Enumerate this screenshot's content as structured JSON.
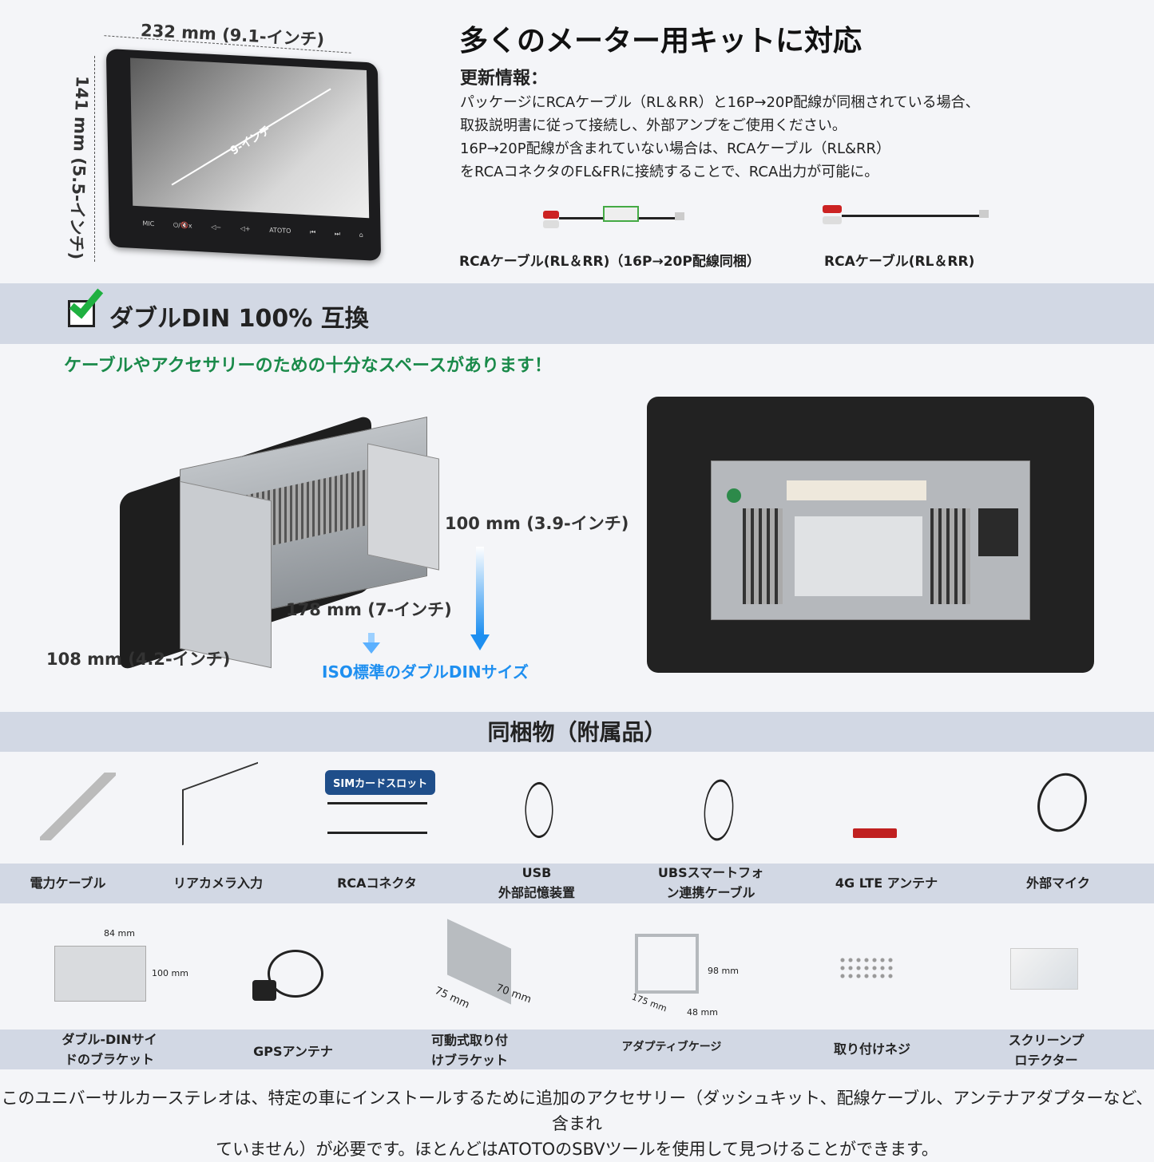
{
  "top": {
    "dims": {
      "width": "232 mm (9.1-インチ)",
      "height": "141 mm (5.5-インチ)",
      "diag": "9-インチ"
    },
    "device_labels": [
      "MIC",
      "⏻/🔇x",
      "◁−",
      "◁+",
      "ATOTO",
      "⏮",
      "⏭",
      "⌂"
    ],
    "title": "多くのメーター用キットに対応",
    "update_heading": "更新情報：",
    "update_lines": [
      "パッケージにRCAケーブル（RL＆RR）と16P→20P配線が同梱されている場合、",
      "取扱説明書に従って接続し、外部アンプをご使用ください。",
      "16P→20P配線が含まれていない場合は、RCAケーブル（RL&RR）",
      "をRCAコネクタのFL&FRに接続することで、RCA出力が可能に。"
    ],
    "cable1_label": "RCAケーブル(RL＆RR)（16P→20P配線同梱）",
    "cable2_label": "RCAケーブル(RL＆RR)"
  },
  "din": {
    "title": "ダブルDIN 100% 互換",
    "subtitle": "ケーブルやアクセサリーのための十分なスペースがあります！",
    "dim_depth": "108 mm (4.2-インチ)",
    "dim_width": "178 mm (7-インチ)",
    "dim_height": "100 mm (3.9-インチ)",
    "iso_label": "ISO標準のダブルDINサイズ"
  },
  "accessories": {
    "title": "同梱物（附属品）",
    "sim_badge": "SIMカードスロット",
    "row1": [
      "電力ケーブル",
      "リアカメラ入力",
      "RCAコネクタ",
      "USB\n外部記憶装置",
      "UBSスマートフォ\nン連携ケーブル",
      "4G LTE アンテナ",
      "外部マイク"
    ],
    "row2": [
      "ダブル-DINサイ\nドのブラケット",
      "GPSアンテナ",
      "可動式取り付\nけブラケット",
      "アダプティブケージ",
      "取り付けネジ",
      "スクリーンプ\nロテクター"
    ],
    "bracket_dims": {
      "w": "84 mm",
      "h": "100 mm"
    },
    "mount_dims": {
      "a": "75 mm",
      "b": "70 mm"
    },
    "cage_dims": {
      "h": "98 mm",
      "d": "175 mm",
      "w": "48 mm"
    }
  },
  "footer": {
    "lines": [
      "このユニバーサルカーステレオは、特定の車にインストールするために追加のアクセサリー（ダッシュキット、配線ケーブル、アンテナアダプターなど、含まれ",
      "ていません）が必要です。ほとんどはATOTOのSBVツールを使用して見つけることができます。"
    ]
  },
  "colors": {
    "green": "#1a8a4a",
    "blue": "#1e8ff0",
    "band": "#d2d8e4"
  }
}
